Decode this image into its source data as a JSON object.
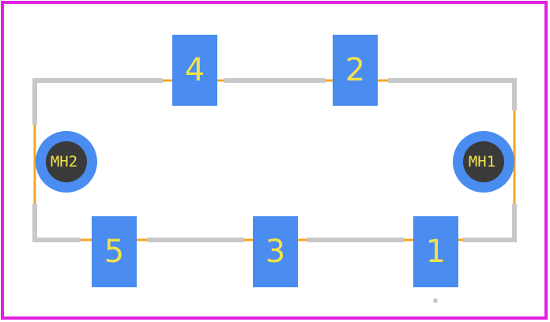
{
  "diagram": {
    "colors": {
      "board_outline": "#e020e0",
      "silkscreen": "#c8c8c8",
      "courtyard": "#f5a623",
      "pad": "#4a8cf0",
      "pad_text": "#f2e24a",
      "hole_ring": "#4a8cf0",
      "hole_drill": "#3a3a3a"
    },
    "pads": [
      {
        "id": "pad-1",
        "label": "1"
      },
      {
        "id": "pad-2",
        "label": "2"
      },
      {
        "id": "pad-3",
        "label": "3"
      },
      {
        "id": "pad-4",
        "label": "4"
      },
      {
        "id": "pad-5",
        "label": "5"
      }
    ],
    "mounting_holes": [
      {
        "id": "mh1",
        "label": "MH1"
      },
      {
        "id": "mh2",
        "label": "MH2"
      }
    ]
  }
}
